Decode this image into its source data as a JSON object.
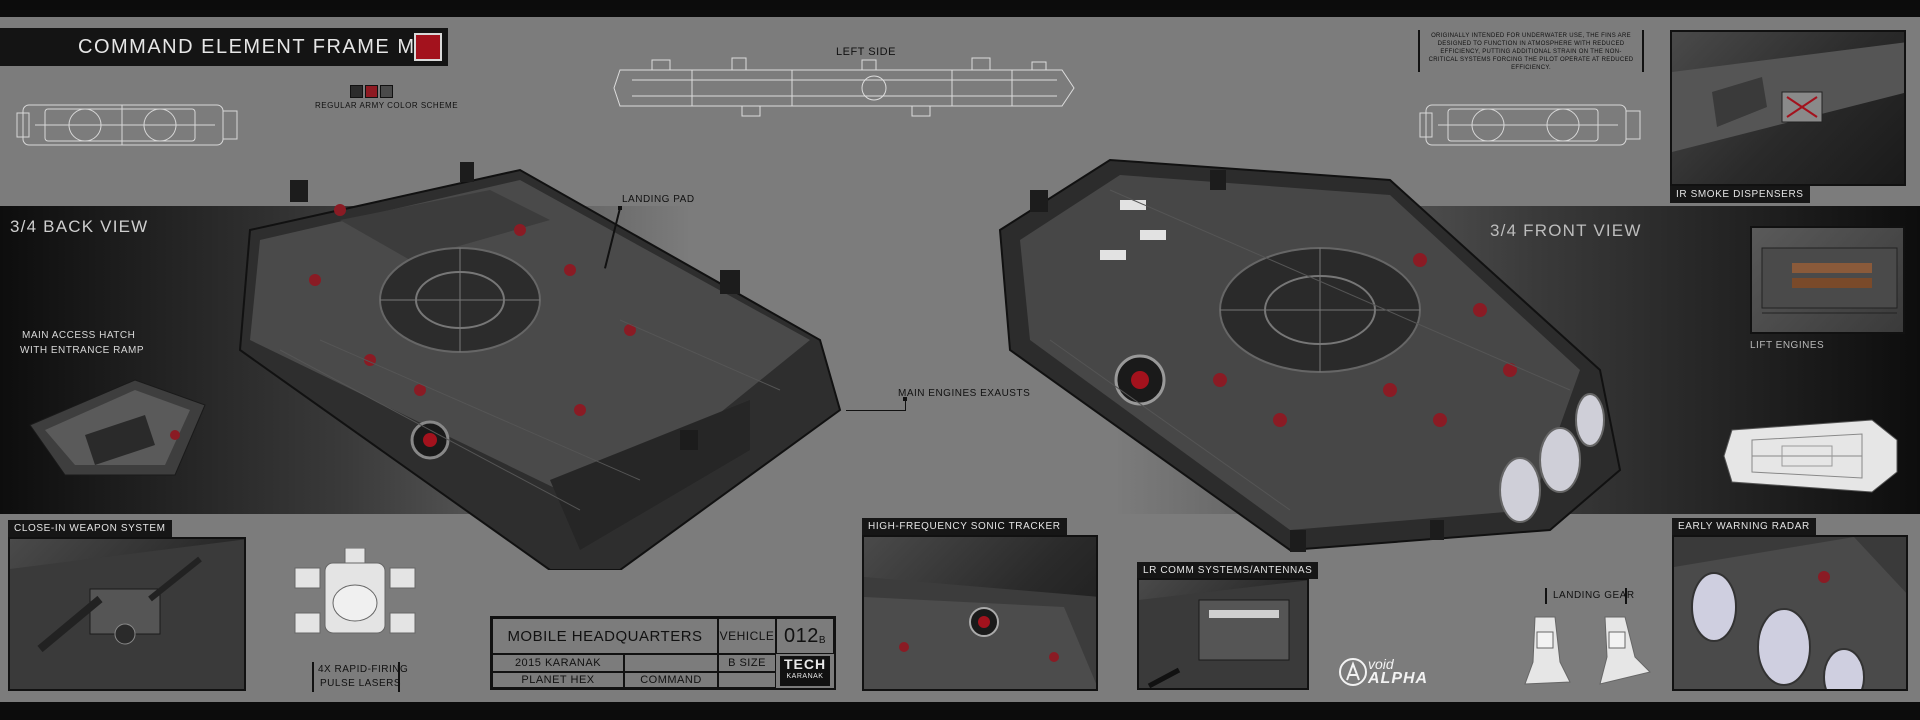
{
  "header": {
    "title": "COMMAND ELEMENT FRAME M2",
    "swatch_color": "#a3121d",
    "color_scheme_label": "REGULAR ARMY COLOR SCHEME",
    "color_scheme_swatches": [
      "#2b2b2b",
      "#8e1a22",
      "#4a4a4a"
    ]
  },
  "labels": {
    "left_side": "LEFT SIDE",
    "back_view": "3/4 BACK VIEW",
    "front_view": "3/4 FRONT VIEW",
    "landing_pad": "LANDING PAD",
    "main_access_hatch_line1": "MAIN ACCESS HATCH",
    "main_access_hatch_line2": "WITH ENTRANCE RAMP",
    "main_engines": "MAIN ENGINES EXAUSTS",
    "lift_engines": "LIFT ENGINES",
    "landing_gear": "LANDING GEAR",
    "rapid_firing_line1": "4X RAPID-FIRING",
    "rapid_firing_line2": "PULSE LASERS"
  },
  "note": "ORIGINALLY INTENDED FOR UNDERWATER USE, THE FINS ARE DESIGNED TO FUNCTION IN ATMOSPHERE WITH REDUCED EFFICIENCY, PUTTING ADDITIONAL STRAIN ON THE NON-CRITICAL SYSTEMS FORCING THE PILOT OPERATE AT REDUCED EFFICIENCY.",
  "detail_tags": {
    "ir_smoke": "IR SMOKE DISPENSERS",
    "close_in": "CLOSE-IN WEAPON SYSTEM",
    "sonic_tracker": "HIGH-FREQUENCY SONIC TRACKER",
    "lr_comm": "LR COMM SYSTEMS/ANTENNAS",
    "early_warning": "EARLY WARNING RADAR"
  },
  "title_block": {
    "name": "MOBILE HEADQUARTERS",
    "type": "VEHICLE",
    "number": "012",
    "number_suffix": "B",
    "year_author": "2015 KARANAK",
    "size": "B SIZE",
    "setting": "PLANET HEX",
    "role": "COMMAND",
    "logo_top": "TECH",
    "logo_bottom": "KARANAK"
  },
  "brand": {
    "line1": "void",
    "line2": "ALPHA"
  }
}
